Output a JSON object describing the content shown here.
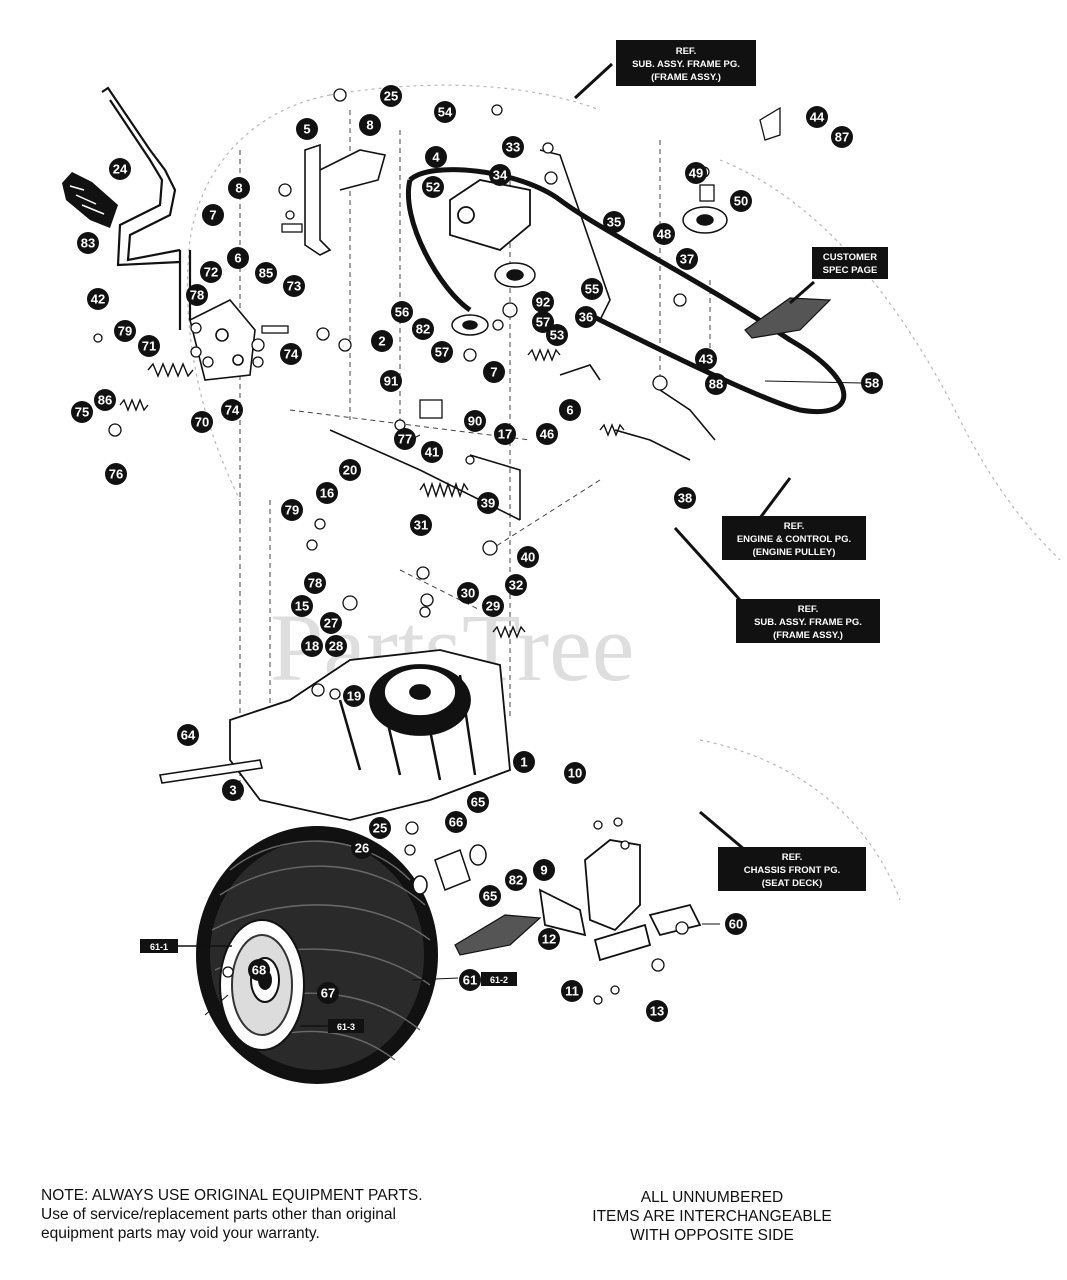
{
  "watermark": "PartsTree",
  "notes": {
    "left": [
      "NOTE: ALWAYS USE ORIGINAL EQUIPMENT PARTS.",
      "Use of service/replacement parts other than original",
      "equipment parts may void your warranty."
    ],
    "right": [
      "ALL UNNUMBERED",
      "ITEMS ARE INTERCHANGEABLE",
      "WITH OPPOSITE SIDE"
    ]
  },
  "ref_boxes": [
    {
      "lines": [
        "REF.",
        "SUB. ASSY. FRAME PG.",
        "(FRAME ASSY.)"
      ]
    },
    {
      "lines": [
        "CUSTOMER",
        "SPEC PAGE"
      ]
    },
    {
      "lines": [
        "REF.",
        "ENGINE & CONTROL PG.",
        "(ENGINE PULLEY)"
      ]
    },
    {
      "lines": [
        "REF.",
        "SUB. ASSY. FRAME PG.",
        "(FRAME ASSY.)"
      ]
    },
    {
      "lines": [
        "REF.",
        "CHASSIS FRONT PG.",
        "(SEAT DECK)"
      ]
    }
  ],
  "tags": [
    "61-1",
    "61-2",
    "61-3"
  ],
  "callouts": [
    "25",
    "54",
    "33",
    "44",
    "87",
    "8",
    "5",
    "4",
    "34",
    "52",
    "49",
    "50",
    "24",
    "8",
    "7",
    "35",
    "48",
    "6",
    "37",
    "83",
    "72",
    "85",
    "73",
    "42",
    "78",
    "56",
    "92",
    "55",
    "79",
    "71",
    "82",
    "57",
    "2",
    "57",
    "53",
    "36",
    "74",
    "43",
    "88",
    "58",
    "7",
    "91",
    "86",
    "75",
    "70",
    "74",
    "77",
    "90",
    "6",
    "46",
    "76",
    "41",
    "17",
    "20",
    "16",
    "39",
    "38",
    "79",
    "31",
    "40",
    "78",
    "15",
    "30",
    "29",
    "32",
    "27",
    "18",
    "28",
    "19",
    "64",
    "1",
    "3",
    "10",
    "25",
    "66",
    "65",
    "26",
    "9",
    "65",
    "82",
    "12",
    "60",
    "68",
    "61",
    "67",
    "11",
    "13"
  ]
}
